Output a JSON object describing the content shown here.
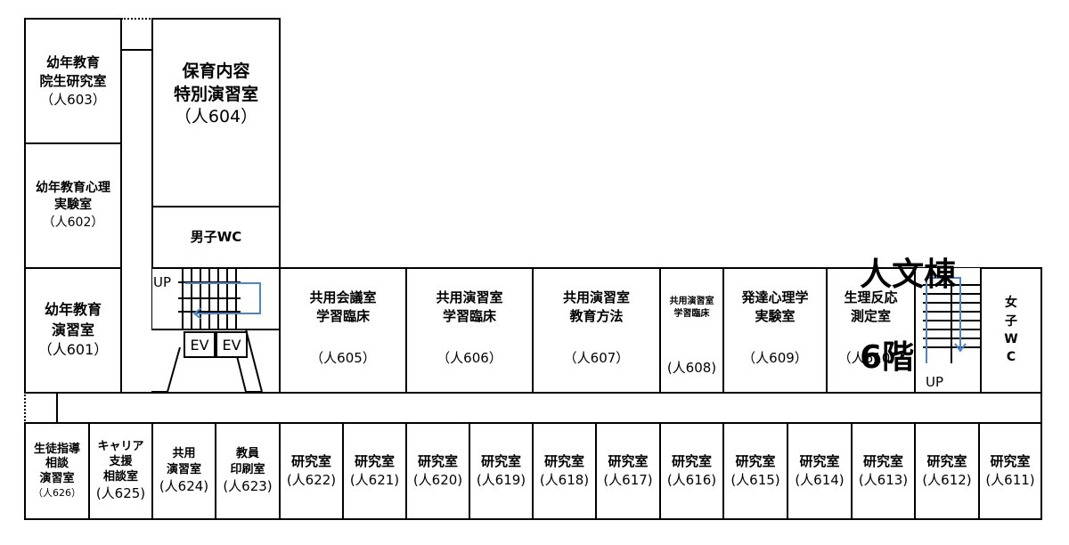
{
  "floor_title": {
    "building": "人文棟",
    "floor": "6階"
  },
  "rooms": {
    "r603": {
      "name": "幼年教育\n院生研究室",
      "number": "（人603）"
    },
    "r602": {
      "name": "幼年教育心理\n実験室",
      "number": "（人602）"
    },
    "r601": {
      "name": "幼年教育\n演習室",
      "number": "（人601）"
    },
    "r604": {
      "name": "保育内容\n特別演習室",
      "number": "（人604）"
    },
    "wc_men": {
      "name": "男子WC"
    },
    "r605": {
      "name": "共用会議室\n学習臨床",
      "number": "（人605）"
    },
    "r606": {
      "name": "共用演習室\n学習臨床",
      "number": "（人606）"
    },
    "r607": {
      "name": "共用演習室\n教育方法",
      "number": "（人607）"
    },
    "r608": {
      "name": "共用演習室\n学習臨床",
      "number": "(人608)"
    },
    "r609": {
      "name": "発達心理学\n実験室",
      "number": "（人609）"
    },
    "r610": {
      "name": "生理反応\n測定室",
      "number": "（人610）"
    },
    "wc_women": {
      "name": "女\n子\nW\nC"
    },
    "r626": {
      "name": "生徒指導\n相談\n演習室",
      "number": "（人626）"
    },
    "r625": {
      "name": "キャリア\n支援\n相談室",
      "number": "(人625)"
    },
    "r624": {
      "name": "共用\n演習室",
      "number": "(人624)"
    },
    "r623": {
      "name": "教員\n印刷室",
      "number": "(人623)"
    },
    "r622": {
      "name": "研究室",
      "number": "(人622)"
    },
    "r621": {
      "name": "研究室",
      "number": "(人621)"
    },
    "r620": {
      "name": "研究室",
      "number": "(人620)"
    },
    "r619": {
      "name": "研究室",
      "number": "(人619)"
    },
    "r618": {
      "name": "研究室",
      "number": "(人618)"
    },
    "r617": {
      "name": "研究室",
      "number": "(人617)"
    },
    "r616": {
      "name": "研究室",
      "number": "(人616)"
    },
    "r615": {
      "name": "研究室",
      "number": "(人615)"
    },
    "r614": {
      "name": "研究室",
      "number": "(人614)"
    },
    "r613": {
      "name": "研究室",
      "number": "(人613)"
    },
    "r612": {
      "name": "研究室",
      "number": "(人612)"
    },
    "r611": {
      "name": "研究室",
      "number": "(人611)"
    }
  },
  "elevators": {
    "ev1": "EV",
    "ev2": "EV"
  },
  "stairs": {
    "left_up": "UP",
    "right_up": "UP"
  },
  "colors": {
    "stair_arrow": "#4a86c8",
    "lines": "#000000"
  }
}
